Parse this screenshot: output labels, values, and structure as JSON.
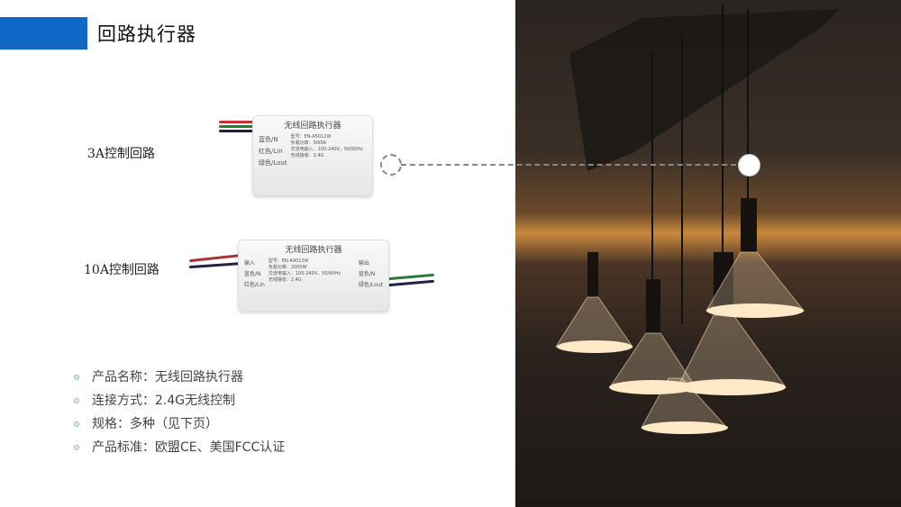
{
  "header": {
    "title": "回路执行器"
  },
  "products": [
    {
      "label": "3A控制回路",
      "device": {
        "name": "无线回路执行器",
        "lines": [
          "蓝色/N",
          "红色/Lin",
          "绿色/Lout",
          "型号：EN-A5012W",
          "负载功率：500W",
          "交流电输入：100-240V，50/60Hz",
          "无线接收：2.4G"
        ]
      }
    },
    {
      "label": "10A控制回路",
      "device": {
        "name": "无线回路执行器",
        "lines": [
          "输入",
          "蓝色/N",
          "红色/Lin",
          "型号：EN-A9012W",
          "负载功率：2000W",
          "交流电输入：100-240V，50/60Hz",
          "无线接收：2.4G",
          "输出",
          "蓝色/N",
          "绿色/Lout"
        ]
      }
    }
  ],
  "bullets": [
    "产品名称：无线回路执行器",
    "连接方式：2.4G无线控制",
    "规格：多种（见下页）",
    "产品标准：欧盟CE、美国FCC认证"
  ],
  "colors": {
    "accent": "#0f67c6"
  }
}
